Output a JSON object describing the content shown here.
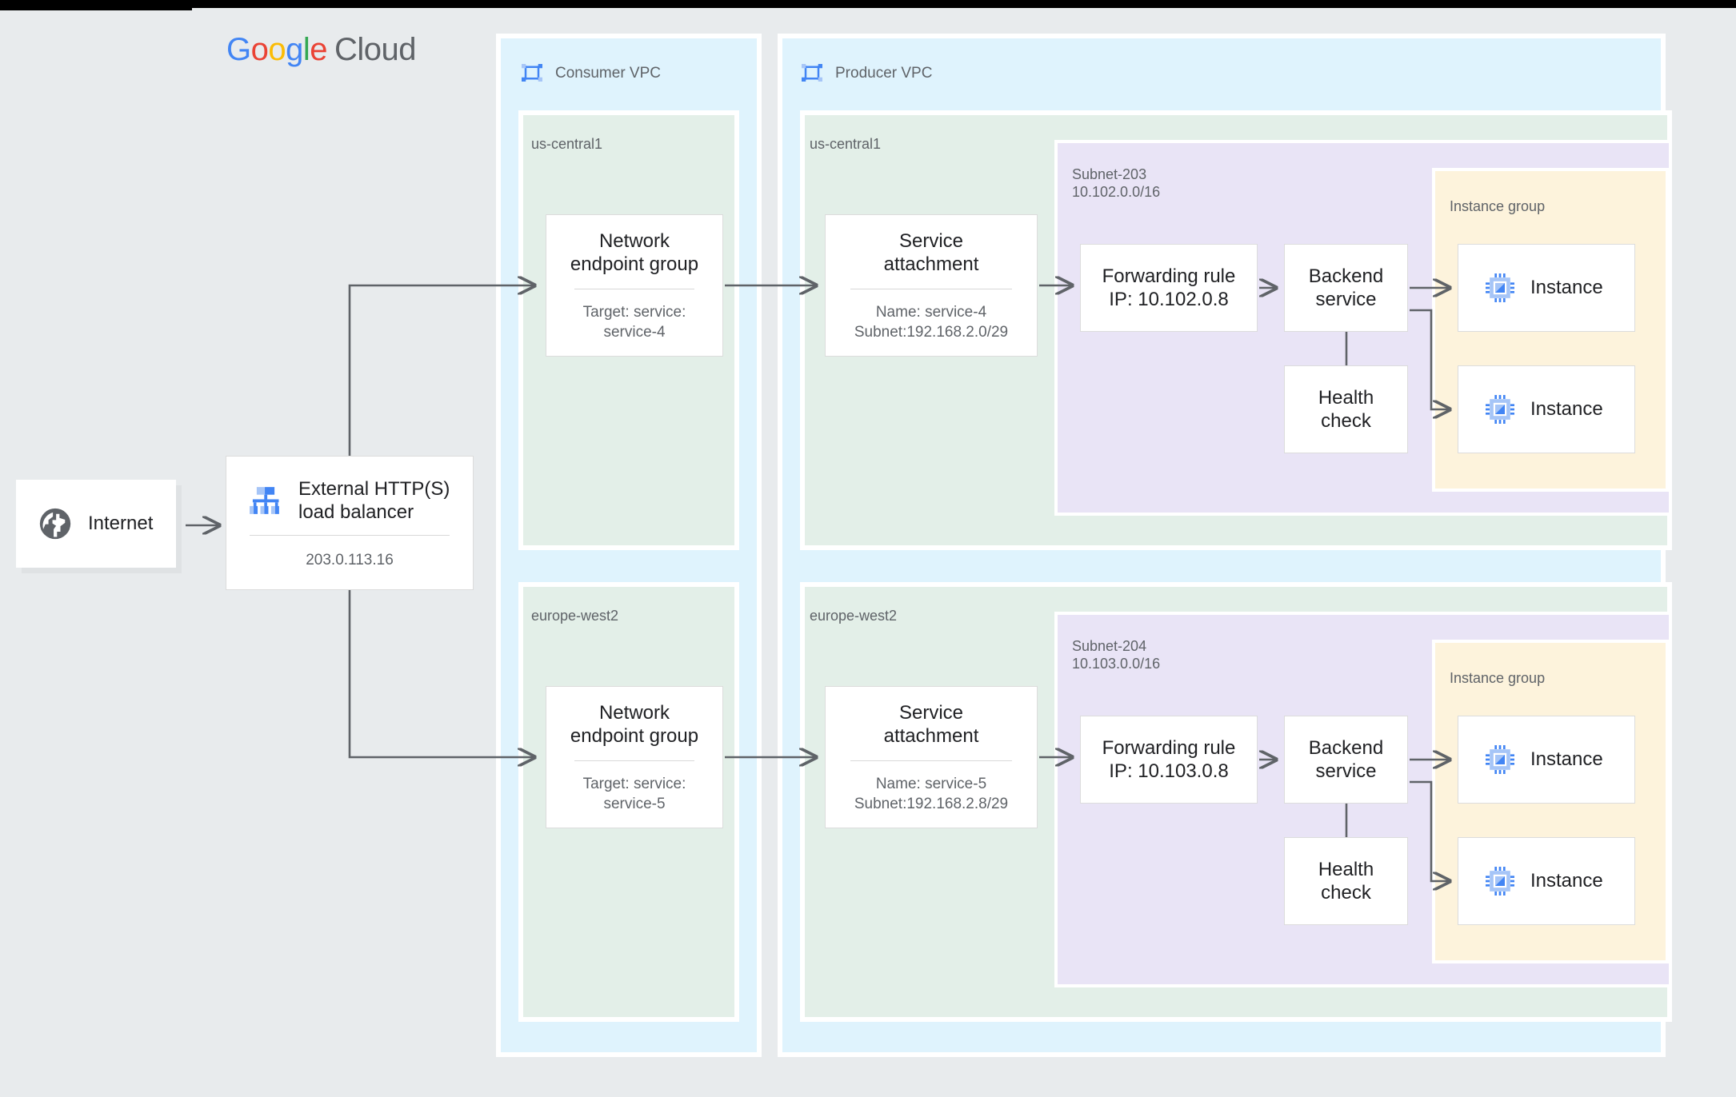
{
  "topbar": {
    "present": true
  },
  "brand": {
    "google": [
      "G",
      "o",
      "o",
      "g",
      "l",
      "e"
    ],
    "cloud": "Cloud"
  },
  "colors": {
    "page_bg": "#e8ebed",
    "vpc_bg": "#dff3fd",
    "region_bg": "#e3efe8",
    "subnet_bg": "#e9e4f6",
    "instance_group_bg": "#fdf3dc",
    "card_bg": "#ffffff",
    "connector": "#5f6368",
    "muted_text": "#5f6368",
    "blue_icon": "#4285f4",
    "blue_icon_light": "#a6c5f7"
  },
  "internet": {
    "label": "Internet",
    "icon": "globe-icon"
  },
  "load_balancer": {
    "title": "External HTTP(S)\nload balancer",
    "title_line1": "External HTTP(S)",
    "title_line2": "load balancer",
    "ip": "203.0.113.16",
    "icon": "load-balancer-icon"
  },
  "vpcs": [
    {
      "id": "consumer",
      "title": "Consumer VPC",
      "icon": "vpc-icon"
    },
    {
      "id": "producer",
      "title": "Producer VPC",
      "icon": "vpc-icon"
    }
  ],
  "consumer_regions": [
    {
      "name": "us-central1",
      "neg": {
        "title_line1": "Network",
        "title_line2": "endpoint group",
        "sub_line1": "Target: service:",
        "sub_line2": "service-4"
      }
    },
    {
      "name": "europe-west2",
      "neg": {
        "title_line1": "Network",
        "title_line2": "endpoint group",
        "sub_line1": "Target: service:",
        "sub_line2": "service-5"
      }
    }
  ],
  "producer_regions": [
    {
      "name": "us-central1",
      "service_attachment": {
        "title_line1": "Service",
        "title_line2": "attachment",
        "sub_line1": "Name: service-4",
        "sub_line2": "Subnet:192.168.2.0/29"
      },
      "subnet": {
        "name": "Subnet-203",
        "cidr": "10.102.0.0/16"
      },
      "forwarding_rule": {
        "line1": "Forwarding rule",
        "line2": "IP: 10.102.0.8"
      },
      "backend_service": {
        "line1": "Backend",
        "line2": "service"
      },
      "health_check": {
        "line1": "Health",
        "line2": "check"
      },
      "instance_group": {
        "label": "Instance group",
        "instances": [
          {
            "label": "Instance",
            "icon": "instance-chip-icon"
          },
          {
            "label": "Instance",
            "icon": "instance-chip-icon"
          }
        ]
      }
    },
    {
      "name": "europe-west2",
      "service_attachment": {
        "title_line1": "Service",
        "title_line2": "attachment",
        "sub_line1": "Name: service-5",
        "sub_line2": "Subnet:192.168.2.8/29"
      },
      "subnet": {
        "name": "Subnet-204",
        "cidr": "10.103.0.0/16"
      },
      "forwarding_rule": {
        "line1": "Forwarding rule",
        "line2": "IP: 10.103.0.8"
      },
      "backend_service": {
        "line1": "Backend",
        "line2": "service"
      },
      "health_check": {
        "line1": "Health",
        "line2": "check"
      },
      "instance_group": {
        "label": "Instance group",
        "instances": [
          {
            "label": "Instance",
            "icon": "instance-chip-icon"
          },
          {
            "label": "Instance",
            "icon": "instance-chip-icon"
          }
        ]
      }
    }
  ]
}
